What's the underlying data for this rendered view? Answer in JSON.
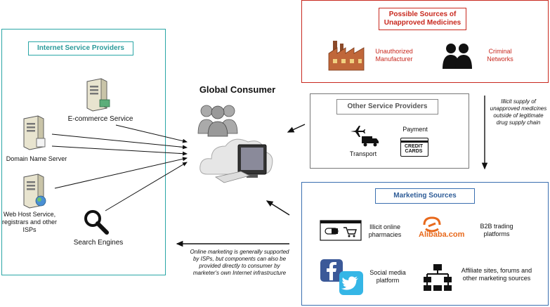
{
  "isp": {
    "title": "Internet Service Providers",
    "ecommerce": "E-commerce Service",
    "dns": "Domain Name Server",
    "webhost": "Web Host Service, registrars and other ISPs",
    "search": "Search Engines"
  },
  "consumer": {
    "title": "Global Consumer"
  },
  "sources": {
    "title": "Possible Sources of Unapproved Medicines",
    "manufacturer": "Unauthorized Manufacturer",
    "criminal": "Criminal Networks"
  },
  "illicit_note": "Illicit supply of unapproved medicines outside of legitimate drug supply chain",
  "other": {
    "title": "Other Service Providers",
    "transport": "Transport",
    "payment": "Payment",
    "card_text": "CREDIT CARDS"
  },
  "marketing": {
    "title": "Marketing Sources",
    "pharmacies": "Illicit online pharmacies",
    "alibaba_logo": "Alibaba.com",
    "b2b": "B2B trading platforms",
    "social": "Social media platform",
    "affiliate": "Affiliate sites, forums and other marketing sources"
  },
  "online_note": "Online marketing is generally supported by ISPs, but components can also be provided directly to consumer by marketer's own Internet infrastructure",
  "colors": {
    "teal": "#2aa6a6",
    "red": "#c8281e",
    "blue": "#3a6fb0",
    "gray": "#888888"
  }
}
